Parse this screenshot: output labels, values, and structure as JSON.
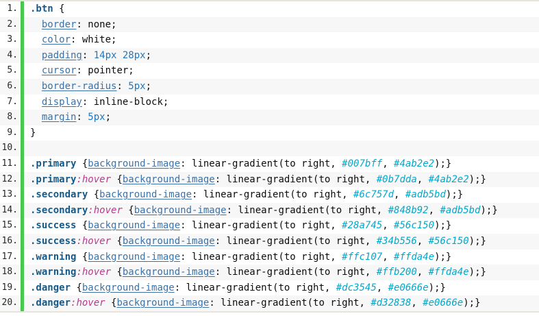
{
  "palette": {
    "sel": "#155a8a",
    "pseudo": "#b53a90",
    "prop": "#3a73aa",
    "num": "#1d77c0",
    "hex": "#00a9cb",
    "plain": "#0c0c0c",
    "stripe": "#f7f7f7",
    "border": "#e8e4db",
    "gutter": "#262626",
    "green": "#46c94e"
  },
  "code": {
    "language": "css",
    "lines": [
      {
        "num": "1.",
        "tokens": [
          [
            "sel",
            ".btn"
          ],
          [
            "plain",
            " {"
          ]
        ]
      },
      {
        "num": "2.",
        "tokens": [
          [
            "plain",
            "  "
          ],
          [
            "prop",
            "border"
          ],
          [
            "plain",
            ": none;"
          ]
        ]
      },
      {
        "num": "3.",
        "tokens": [
          [
            "plain",
            "  "
          ],
          [
            "prop",
            "color"
          ],
          [
            "plain",
            ": white;"
          ]
        ]
      },
      {
        "num": "4.",
        "tokens": [
          [
            "plain",
            "  "
          ],
          [
            "prop",
            "padding"
          ],
          [
            "plain",
            ": "
          ],
          [
            "num",
            "14px 28px"
          ],
          [
            "plain",
            ";"
          ]
        ]
      },
      {
        "num": "5.",
        "tokens": [
          [
            "plain",
            "  "
          ],
          [
            "prop",
            "cursor"
          ],
          [
            "plain",
            ": pointer;"
          ]
        ]
      },
      {
        "num": "6.",
        "tokens": [
          [
            "plain",
            "  "
          ],
          [
            "prop",
            "border-radius"
          ],
          [
            "plain",
            ": "
          ],
          [
            "num",
            "5px"
          ],
          [
            "plain",
            ";"
          ]
        ]
      },
      {
        "num": "7.",
        "tokens": [
          [
            "plain",
            "  "
          ],
          [
            "prop",
            "display"
          ],
          [
            "plain",
            ": inline-block;"
          ]
        ]
      },
      {
        "num": "8.",
        "tokens": [
          [
            "plain",
            "  "
          ],
          [
            "prop",
            "margin"
          ],
          [
            "plain",
            ": "
          ],
          [
            "num",
            "5px"
          ],
          [
            "plain",
            ";"
          ]
        ]
      },
      {
        "num": "9.",
        "tokens": [
          [
            "plain",
            "}"
          ]
        ]
      },
      {
        "num": "10.",
        "tokens": []
      },
      {
        "num": "11.",
        "tokens": [
          [
            "sel",
            ".primary"
          ],
          [
            "plain",
            " {"
          ],
          [
            "prop",
            "background-image"
          ],
          [
            "plain",
            ": linear-gradient(to right, "
          ],
          [
            "hex",
            "#007bff"
          ],
          [
            "plain",
            ", "
          ],
          [
            "hex",
            "#4ab2e2"
          ],
          [
            "plain",
            ");}"
          ]
        ]
      },
      {
        "num": "12.",
        "tokens": [
          [
            "sel",
            ".primary"
          ],
          [
            "pseudo",
            ":hover"
          ],
          [
            "plain",
            " {"
          ],
          [
            "prop",
            "background-image"
          ],
          [
            "plain",
            ": linear-gradient(to right, "
          ],
          [
            "hex",
            "#0b7dda"
          ],
          [
            "plain",
            ", "
          ],
          [
            "hex",
            "#4ab2e2"
          ],
          [
            "plain",
            ");}"
          ]
        ]
      },
      {
        "num": "13.",
        "tokens": [
          [
            "sel",
            ".secondary"
          ],
          [
            "plain",
            " {"
          ],
          [
            "prop",
            "background-image"
          ],
          [
            "plain",
            ": linear-gradient(to right, "
          ],
          [
            "hex",
            "#6c757d"
          ],
          [
            "plain",
            ", "
          ],
          [
            "hex",
            "#adb5bd"
          ],
          [
            "plain",
            ");}"
          ]
        ]
      },
      {
        "num": "14.",
        "tokens": [
          [
            "sel",
            ".secondary"
          ],
          [
            "pseudo",
            ":hover"
          ],
          [
            "plain",
            " {"
          ],
          [
            "prop",
            "background-image"
          ],
          [
            "plain",
            ": linear-gradient(to right, "
          ],
          [
            "hex",
            "#848b92"
          ],
          [
            "plain",
            ", "
          ],
          [
            "hex",
            "#adb5bd"
          ],
          [
            "plain",
            ");}"
          ]
        ]
      },
      {
        "num": "15.",
        "tokens": [
          [
            "sel",
            ".success"
          ],
          [
            "plain",
            " {"
          ],
          [
            "prop",
            "background-image"
          ],
          [
            "plain",
            ": linear-gradient(to right, "
          ],
          [
            "hex",
            "#28a745"
          ],
          [
            "plain",
            ", "
          ],
          [
            "hex",
            "#56c150"
          ],
          [
            "plain",
            ");}"
          ]
        ]
      },
      {
        "num": "16.",
        "tokens": [
          [
            "sel",
            ".success"
          ],
          [
            "pseudo",
            ":hover"
          ],
          [
            "plain",
            " {"
          ],
          [
            "prop",
            "background-image"
          ],
          [
            "plain",
            ": linear-gradient(to right, "
          ],
          [
            "hex",
            "#34b556"
          ],
          [
            "plain",
            ", "
          ],
          [
            "hex",
            "#56c150"
          ],
          [
            "plain",
            ");}"
          ]
        ]
      },
      {
        "num": "17.",
        "tokens": [
          [
            "sel",
            ".warning"
          ],
          [
            "plain",
            " {"
          ],
          [
            "prop",
            "background-image"
          ],
          [
            "plain",
            ": linear-gradient(to right, "
          ],
          [
            "hex",
            "#ffc107"
          ],
          [
            "plain",
            ", "
          ],
          [
            "hex",
            "#ffda4e"
          ],
          [
            "plain",
            ");}"
          ]
        ]
      },
      {
        "num": "18.",
        "tokens": [
          [
            "sel",
            ".warning"
          ],
          [
            "pseudo",
            ":hover"
          ],
          [
            "plain",
            " {"
          ],
          [
            "prop",
            "background-image"
          ],
          [
            "plain",
            ": linear-gradient(to right, "
          ],
          [
            "hex",
            "#ffb200"
          ],
          [
            "plain",
            ", "
          ],
          [
            "hex",
            "#ffda4e"
          ],
          [
            "plain",
            ");}"
          ]
        ]
      },
      {
        "num": "19.",
        "tokens": [
          [
            "sel",
            ".danger"
          ],
          [
            "plain",
            " {"
          ],
          [
            "prop",
            "background-image"
          ],
          [
            "plain",
            ": linear-gradient(to right, "
          ],
          [
            "hex",
            "#dc3545"
          ],
          [
            "plain",
            ", "
          ],
          [
            "hex",
            "#e0666e"
          ],
          [
            "plain",
            ");}"
          ]
        ]
      },
      {
        "num": "20.",
        "tokens": [
          [
            "sel",
            ".danger"
          ],
          [
            "pseudo",
            ":hover"
          ],
          [
            "plain",
            " {"
          ],
          [
            "prop",
            "background-image"
          ],
          [
            "plain",
            ": linear-gradient(to right, "
          ],
          [
            "hex",
            "#d32838"
          ],
          [
            "plain",
            ", "
          ],
          [
            "hex",
            "#e0666e"
          ],
          [
            "plain",
            ");}"
          ]
        ]
      }
    ]
  }
}
